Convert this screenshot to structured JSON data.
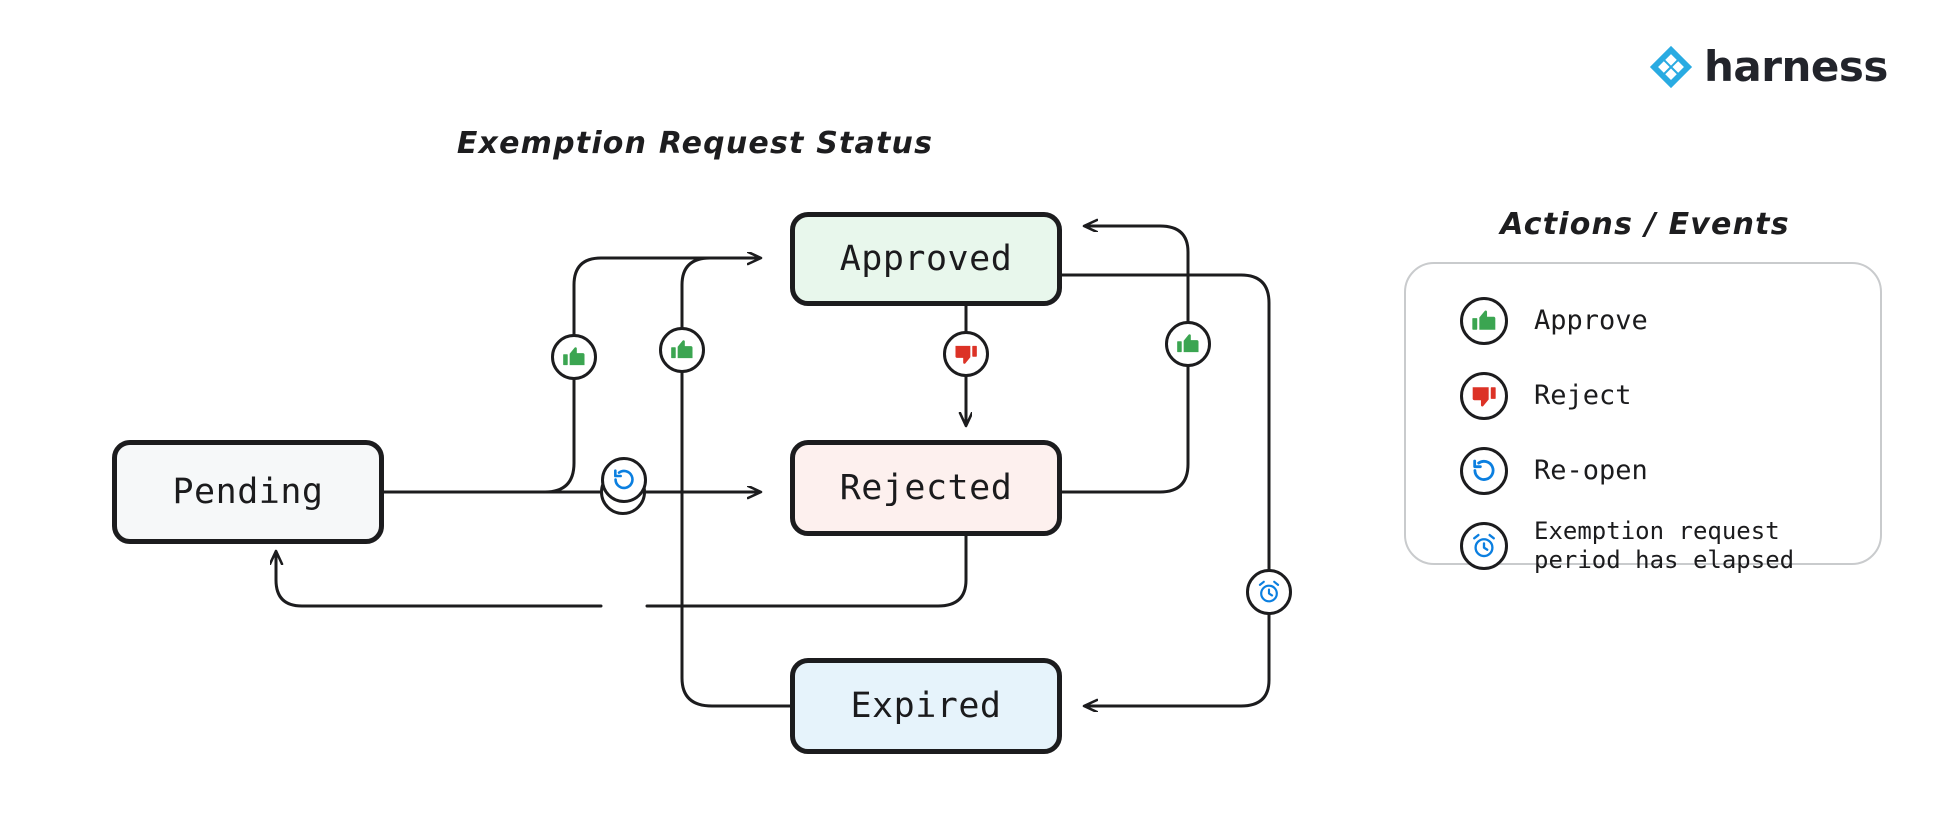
{
  "brand": {
    "name": "harness",
    "logo_icon": "harness-diamond-logo",
    "accent_color": "#29abe2",
    "word_color": "#22242b"
  },
  "diagram": {
    "title": "Exemption Request Status",
    "type": "state-machine",
    "states": [
      {
        "id": "pending",
        "label": "Pending",
        "fill": "#f6f8f9",
        "border": "#1c1c1e"
      },
      {
        "id": "approved",
        "label": "Approved",
        "fill": "#e8f7ec",
        "border": "#1c1c1e"
      },
      {
        "id": "rejected",
        "label": "Rejected",
        "fill": "#fdf0ee",
        "border": "#1c1c1e"
      },
      {
        "id": "expired",
        "label": "Expired",
        "fill": "#e6f3fb",
        "border": "#1c1c1e"
      }
    ],
    "transitions": [
      {
        "from": "pending",
        "to": "approved",
        "action": "approve",
        "icon": "thumbs-up-icon"
      },
      {
        "from": "pending",
        "to": "rejected",
        "action": "reject",
        "icon": "thumbs-down-icon"
      },
      {
        "from": "approved",
        "to": "rejected",
        "action": "reject",
        "icon": "thumbs-down-icon"
      },
      {
        "from": "rejected",
        "to": "approved",
        "action": "approve",
        "icon": "thumbs-up-icon"
      },
      {
        "from": "rejected",
        "to": "pending",
        "action": "re-open",
        "icon": "reopen-icon"
      },
      {
        "from": "approved",
        "to": "expired",
        "action": "period-elapsed",
        "icon": "alarm-clock-icon"
      },
      {
        "from": "expired",
        "to": "approved",
        "action": "approve",
        "icon": "thumbs-up-icon"
      }
    ]
  },
  "legend": {
    "title": "Actions / Events",
    "items": [
      {
        "icon": "thumbs-up-icon",
        "label": "Approve",
        "color": "#3ba551"
      },
      {
        "icon": "thumbs-down-icon",
        "label": "Reject",
        "color": "#dc3226"
      },
      {
        "icon": "reopen-icon",
        "label": "Re-open",
        "color": "#0b7fe0"
      },
      {
        "icon": "alarm-clock-icon",
        "label": "Exemption request\nperiod has elapsed",
        "color": "#0b7fe0"
      }
    ]
  }
}
